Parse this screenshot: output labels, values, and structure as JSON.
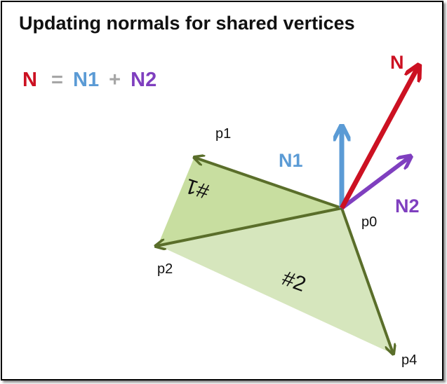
{
  "title": "Updating normals for shared vertices",
  "equation": {
    "n": "N",
    "equals": "=",
    "n1": "N1",
    "plus": "+",
    "n2": "N2"
  },
  "labels": {
    "p0": "p0",
    "p1": "p1",
    "p2": "p2",
    "p4": "p4",
    "tri1": "#1",
    "tri2": "#2",
    "n": "N",
    "n1": "N1",
    "n2": "N2"
  },
  "colors": {
    "n": "#cc1122",
    "n1": "#5b9bd5",
    "n2": "#7f3fbf",
    "equals": "#a6a6a6",
    "edge": "#5a6e2a",
    "tri1_fill": "#c8dea0",
    "tri2_fill": "#d6e6bd"
  }
}
